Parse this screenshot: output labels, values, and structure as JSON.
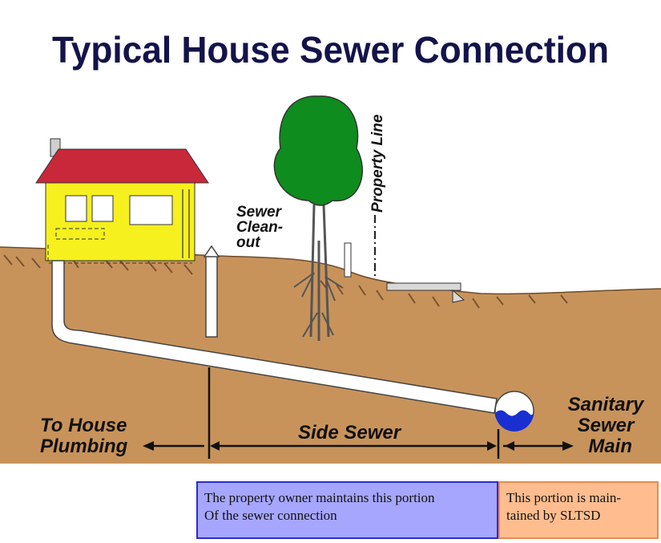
{
  "title": "Typical House Sewer Connection",
  "labels": {
    "cleanout": [
      "Sewer",
      "Clean-",
      "out"
    ],
    "property_line": "Property Line",
    "to_house": [
      "To House",
      "Plumbing"
    ],
    "side_sewer": "Side Sewer",
    "main": [
      "Sanitary",
      "Sewer",
      "Main"
    ]
  },
  "boxes": {
    "owner": [
      "The property owner maintains this portion",
      "Of the sewer connection"
    ],
    "sltsd": [
      "This portion is main-",
      "tained by SLTSD"
    ]
  },
  "colors": {
    "title": "#14134a",
    "soil": "#c8935a",
    "house_wall": "#f5f01e",
    "roof": "#c8283a",
    "tree": "#0f8c1e",
    "water": "#1a2fd0",
    "owner_box": "#a6a6ff",
    "sltsd_box": "#ffbd8f"
  }
}
